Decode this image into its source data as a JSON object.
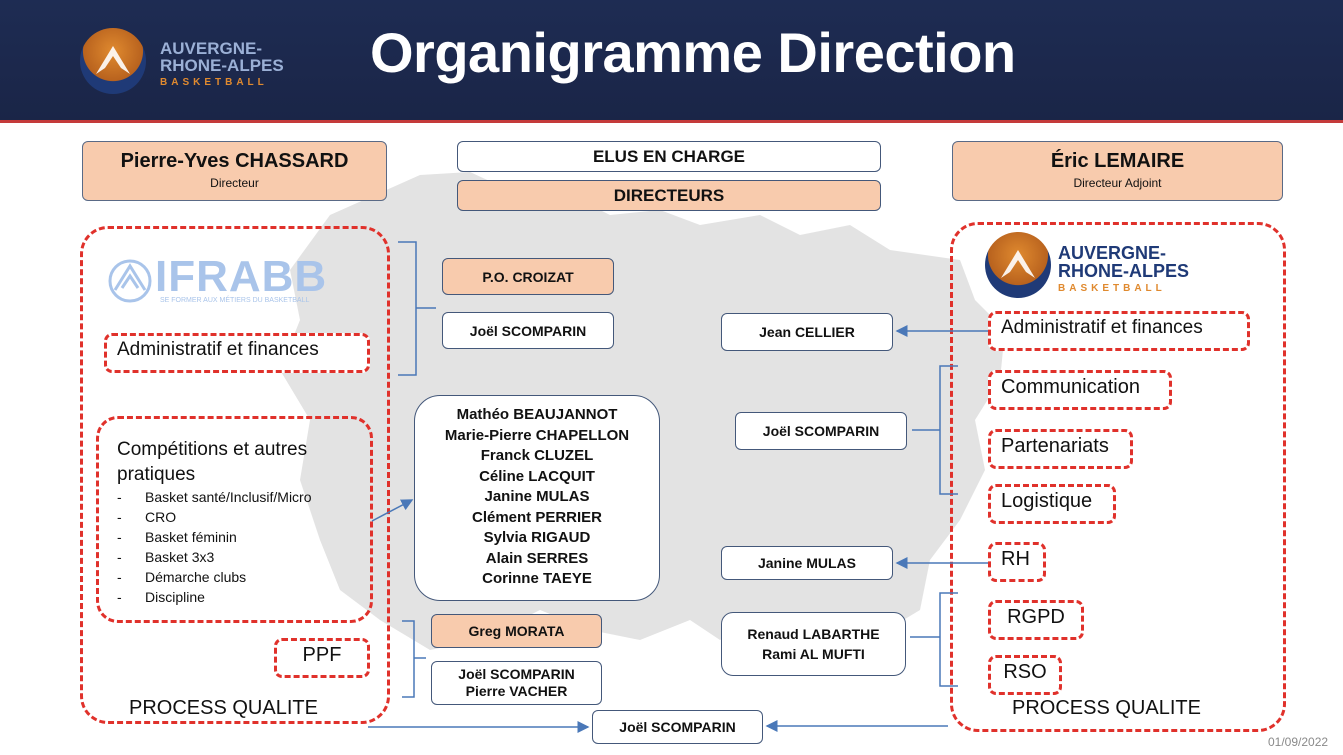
{
  "header": {
    "title": "Organigramme Direction",
    "logo_line1": "AUVERGNE-",
    "logo_line2": "RHONE-ALPES",
    "logo_line3": "BASKETBALL"
  },
  "left_director": {
    "name": "Pierre-Yves CHASSARD",
    "role": "Directeur"
  },
  "right_director": {
    "name": "Éric LEMAIRE",
    "role": "Directeur Adjoint"
  },
  "legend": {
    "elus": "ELUS EN CHARGE",
    "directeurs": "DIRECTEURS"
  },
  "ifrabb": {
    "name": "IFRABB",
    "tagline": "SE FORMER AUX MÉTIERS DU BASKETBALL"
  },
  "left": {
    "admin": "Administratif et finances",
    "competitions_title_1": "Compétitions et autres",
    "competitions_title_2": "pratiques",
    "competitions_items": [
      "Basket santé/Inclusif/Micro",
      "CRO",
      "Basket féminin",
      "Basket 3x3",
      "Démarche clubs",
      "Discipline"
    ],
    "ppf": "PPF",
    "process": "PROCESS QUALITE"
  },
  "middle": {
    "croizat": "P.O. CROIZAT",
    "scomparin1": "Joël SCOMPARIN",
    "elus_list": [
      "Mathéo BEAUJANNOT",
      "Marie-Pierre CHAPELLON",
      "Franck CLUZEL",
      "Céline LACQUIT",
      "Janine MULAS",
      "Clément PERRIER",
      "Sylvia RIGAUD",
      "Alain SERRES",
      "Corinne TAEYE"
    ],
    "morata": "Greg MORATA",
    "scomparin_vacher_1": "Joël SCOMPARIN",
    "scomparin_vacher_2": "Pierre VACHER",
    "bottom_scomparin": "Joël SCOMPARIN"
  },
  "right_mid": {
    "cellier": "Jean CELLIER",
    "scomparin": "Joël SCOMPARIN",
    "mulas": "Janine MULAS",
    "labarthe_1": "Renaud LABARTHE",
    "labarthe_2": "Rami AL MUFTI"
  },
  "right": {
    "admin": "Administratif et finances",
    "communication": "Communication",
    "partenariats": "Partenariats",
    "logistique": "Logistique",
    "rh": "RH",
    "rgpd": "RGPD",
    "rso": "RSO",
    "process": "PROCESS QUALITE"
  },
  "footer": {
    "date": "01/09/2022"
  },
  "colors": {
    "header_bg": "#1e2c53",
    "peach": "#f8cbad",
    "dashed_red": "#e0312b",
    "connector_blue": "#4a78b8",
    "logo_orange": "#e08a2f",
    "logo_blue": "#1f3a77"
  }
}
